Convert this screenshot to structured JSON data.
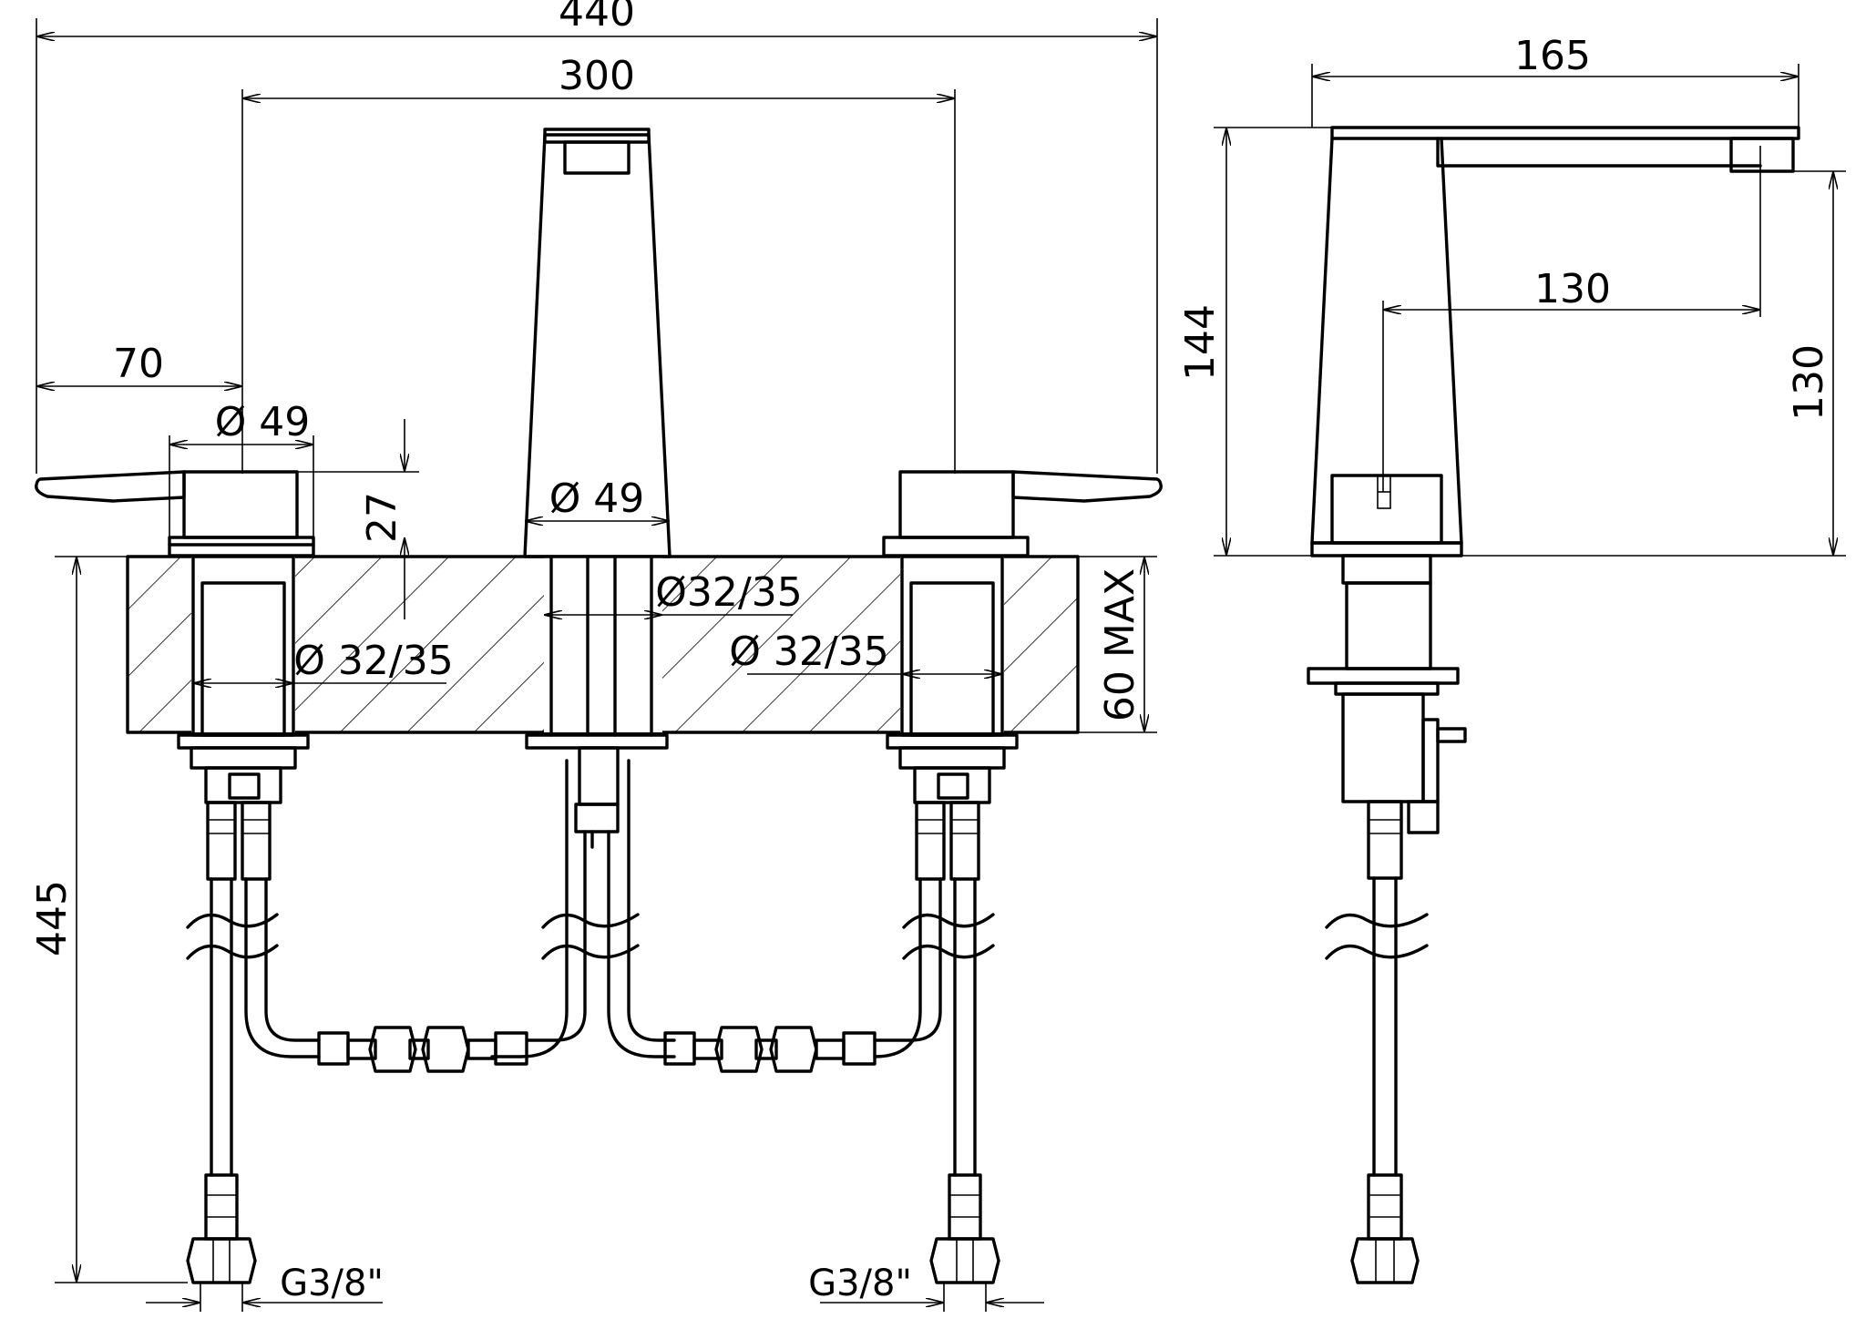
{
  "front_view": {
    "dimensions": {
      "overall_width": "440",
      "handle_spacing": "300",
      "handle_overhang": "70",
      "handle_diameter": "Ø 49",
      "handle_height": "27",
      "spout_diameter": "Ø 49",
      "left_hole": "Ø 32/35",
      "center_hole": "Ø32/35",
      "right_hole": "Ø 32/35",
      "deck_thickness": "60 MAX",
      "hose_length": "445",
      "left_connection": "G3/8\"",
      "right_connection": "G3/8\""
    }
  },
  "side_view": {
    "dimensions": {
      "spout_reach": "165",
      "body_height": "144",
      "aerator_offset": "130",
      "spout_outlet_height": "130"
    }
  }
}
